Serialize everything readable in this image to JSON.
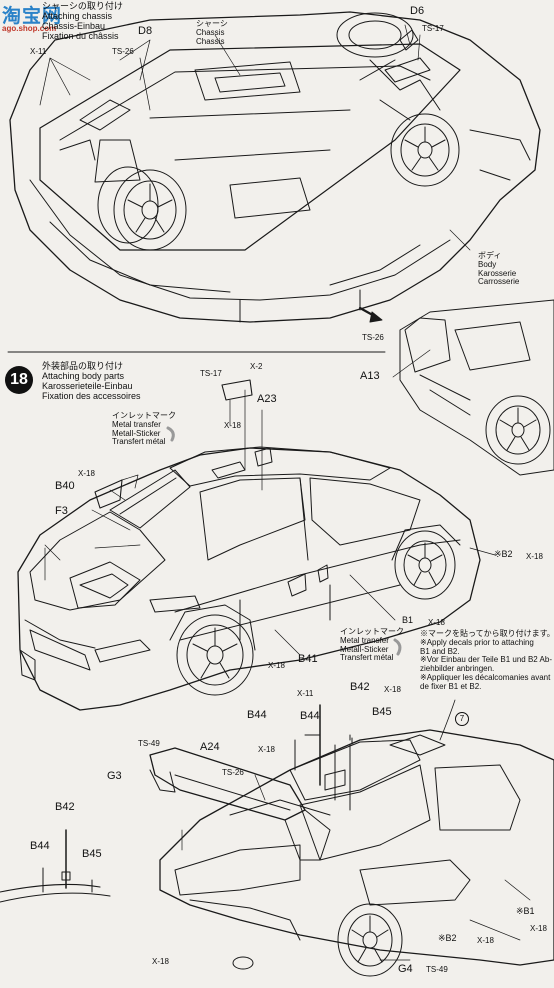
{
  "watermark": {
    "cn": "淘宝网",
    "url": "ago.shop.com"
  },
  "section17": {
    "jp": "シャーシの取り付け",
    "en": "Attaching chassis",
    "de": "Chassis-Einbau",
    "fr": "Fixation du châssis"
  },
  "section18": {
    "step": "18",
    "jp": "外装部品の取り付け",
    "en": "Attaching body parts",
    "de": "Karosserieteile-Einbau",
    "fr": "Fixation des accessoires"
  },
  "chassis_label": {
    "jp": "シャーシ",
    "en": "Chassis",
    "de": "Chassis"
  },
  "body_label": {
    "jp": "ボディ",
    "en": "Body",
    "de": "Karosserie",
    "fr": "Carrosserie"
  },
  "metal_transfer_1": {
    "jp": "インレットマーク",
    "en": "Metal transfer",
    "de": "Metall-Sticker",
    "fr": "Transfert métal"
  },
  "metal_transfer_2": {
    "jp": "インレットマーク",
    "en": "Metal transfer",
    "de": "Metall-Sticker",
    "fr": "Transfert métal"
  },
  "decal_note": {
    "jp": "※マークを貼ってから取り付けます。",
    "en1": "※Apply decals prior to attaching",
    "en2": "B1 and B2.",
    "de1": "※Vor Einbau der Teile B1 und B2 Ab-",
    "de2": "ziehbilder anbringen.",
    "fr1": "※Appliquer les décalcomanies avant",
    "fr2": "de fixer B1 et B2."
  },
  "parts": {
    "D8": "D8",
    "D6": "D6",
    "X11_top": "X-11",
    "TS26_top": "TS-26",
    "TS17_top": "TS-17",
    "TS26_mid": "TS-26",
    "A13": "A13",
    "TS17_mirror": "TS-17",
    "X2": "X-2",
    "X18_mirror": "X-18",
    "A23": "A23",
    "X18_b40": "X-18",
    "B40": "B40",
    "F3": "F3",
    "B2_front": "※B2",
    "X18_b2front": "X-18",
    "B1_front": "B1",
    "X18_b1front": "X-18",
    "B41": "B41",
    "X18_b41": "X-18",
    "X11_ant": "X-11",
    "B42_top": "B42",
    "X18_b42": "X-18",
    "B44_top": "B44",
    "B44_b": "B44",
    "B45_top": "B45",
    "X18_b44": "X-18",
    "TS49_g3": "TS-49",
    "A24": "A24",
    "G3": "G3",
    "TS26_a24": "TS-26",
    "B42_inset": "B42",
    "B44_inset": "B44",
    "B45_inset": "B45",
    "ref7": "7",
    "B1_rear": "※B1",
    "X18_b1rear": "X-18",
    "B2_rear": "※B2",
    "X18_b2rear": "X-18",
    "X18_rear": "X-18",
    "G4": "G4",
    "TS49_g4": "TS-49"
  }
}
